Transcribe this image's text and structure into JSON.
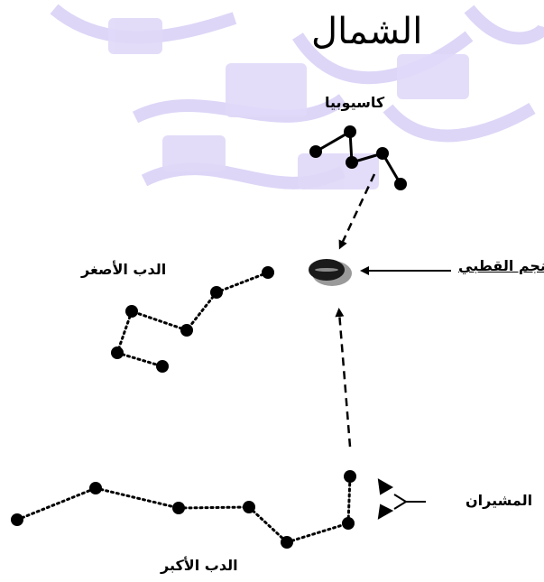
{
  "title": "الشمال",
  "labels": {
    "cassiopeia": "كاسيوبيا",
    "polaris": "النجم القطبي",
    "little_dipper": "الدب الأصغر",
    "big_dipper": "الدب الأكبر",
    "pointers": "المشيران"
  },
  "colors": {
    "watermark": "#c9bdf2",
    "star": "#000000",
    "polaris_fill": "#222222",
    "polaris_shadow": "#9a9a9a"
  }
}
